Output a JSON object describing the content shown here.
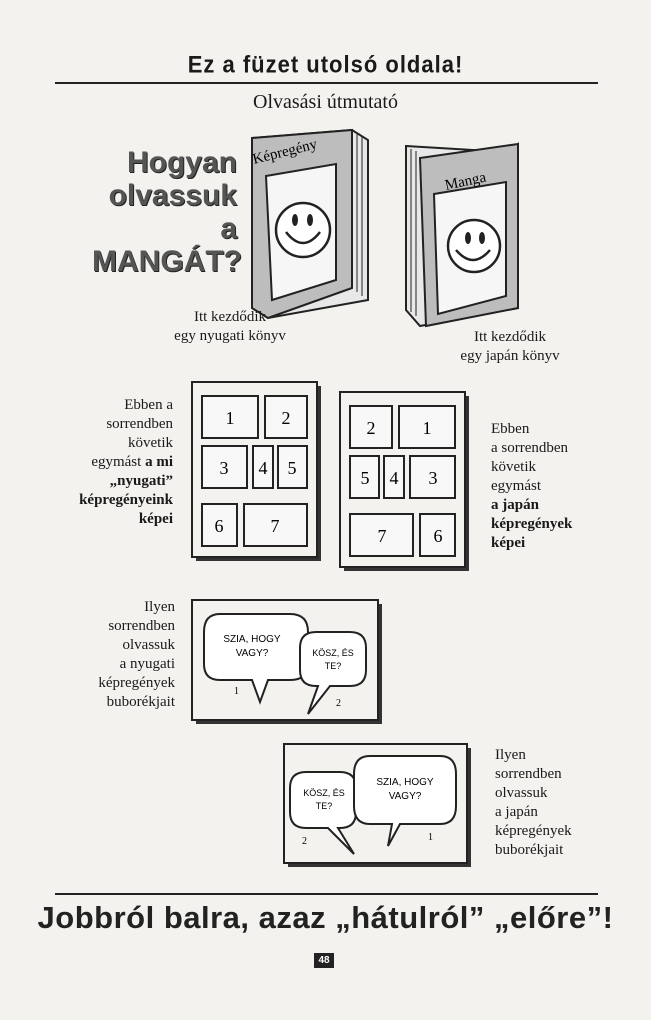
{
  "header": {
    "title": "Ez a füzet utolsó oldala!",
    "subtitle": "Olvasási útmutató"
  },
  "intro": {
    "line1": "Hogyan",
    "line2": "olvassuk",
    "line3": "a MANGÁT?"
  },
  "books": {
    "western": {
      "cover_title": "Képregény",
      "caption_line1": "Itt kezdődik",
      "caption_line2": "egy nyugati könyv"
    },
    "japanese": {
      "cover_title": "Manga",
      "caption_line1": "Itt kezdődik",
      "caption_line2": "egy japán könyv"
    }
  },
  "panels": {
    "western_text": [
      "Ebben a",
      "sorrendben",
      "követik",
      "egymást"
    ],
    "western_bold": [
      "a mi",
      "„nyugati”",
      "képregényeink",
      "képei"
    ],
    "western_numbers": [
      "1",
      "2",
      "3",
      "4",
      "5",
      "6",
      "7"
    ],
    "japanese_text": [
      "Ebben",
      "a sorrendben",
      "követik",
      "egymást"
    ],
    "japanese_bold": [
      "a japán",
      "képregények",
      "képei"
    ],
    "japanese_numbers": [
      "2",
      "1",
      "5",
      "4",
      "3",
      "7",
      "6"
    ]
  },
  "bubbles": {
    "western_text": [
      "Ilyen",
      "sorrendben",
      "olvassuk",
      "a nyugati",
      "képregények",
      "buborékjait"
    ],
    "western_bubble1": [
      "SZIA, HOGY",
      "VAGY?"
    ],
    "western_bubble2": [
      "KÖSZ, ÉS",
      "TE?"
    ],
    "western_num1": "1",
    "western_num2": "2",
    "japanese_text": [
      "Ilyen",
      "sorrendben",
      "olvassuk",
      "a japán",
      "képregények",
      "buborékjait"
    ],
    "japanese_bubble1": [
      "KÖSZ, ÉS",
      "TE?"
    ],
    "japanese_bubble2": [
      "SZIA, HOGY",
      "VAGY?"
    ],
    "japanese_num1": "2",
    "japanese_num2": "1"
  },
  "footer": {
    "slogan": "Jobbról balra, azaz „hátulról” „előre”!",
    "page_number": "48"
  }
}
